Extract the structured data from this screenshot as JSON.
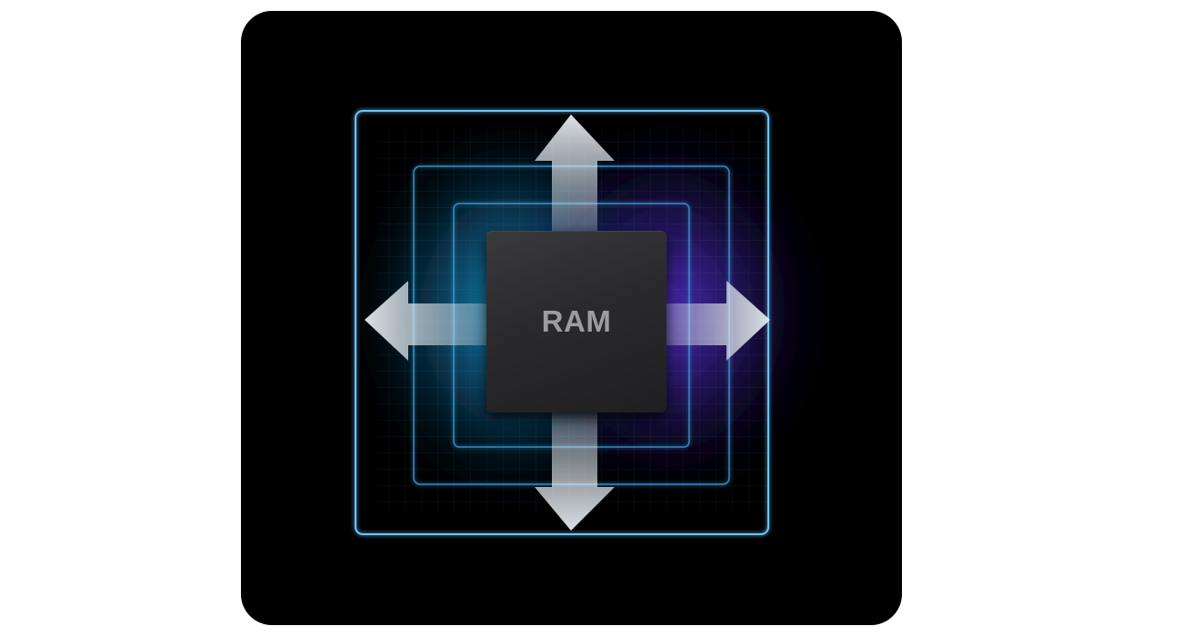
{
  "diagram": {
    "chip_label": "RAM",
    "colors": {
      "panel_background": "#000000",
      "outer_frame": "#6ec3ff",
      "inner_frames": "#3da8e8",
      "glow_left": "#1aa0d6",
      "glow_right": "#5a32d8",
      "chip": "#2c2c2e",
      "chip_text": "#9d9da1",
      "arrows": "#e6ecf2"
    },
    "arrows": [
      "up",
      "down",
      "left",
      "right"
    ],
    "frames": [
      "outer-frame",
      "middle-frame",
      "inner-frame"
    ]
  }
}
